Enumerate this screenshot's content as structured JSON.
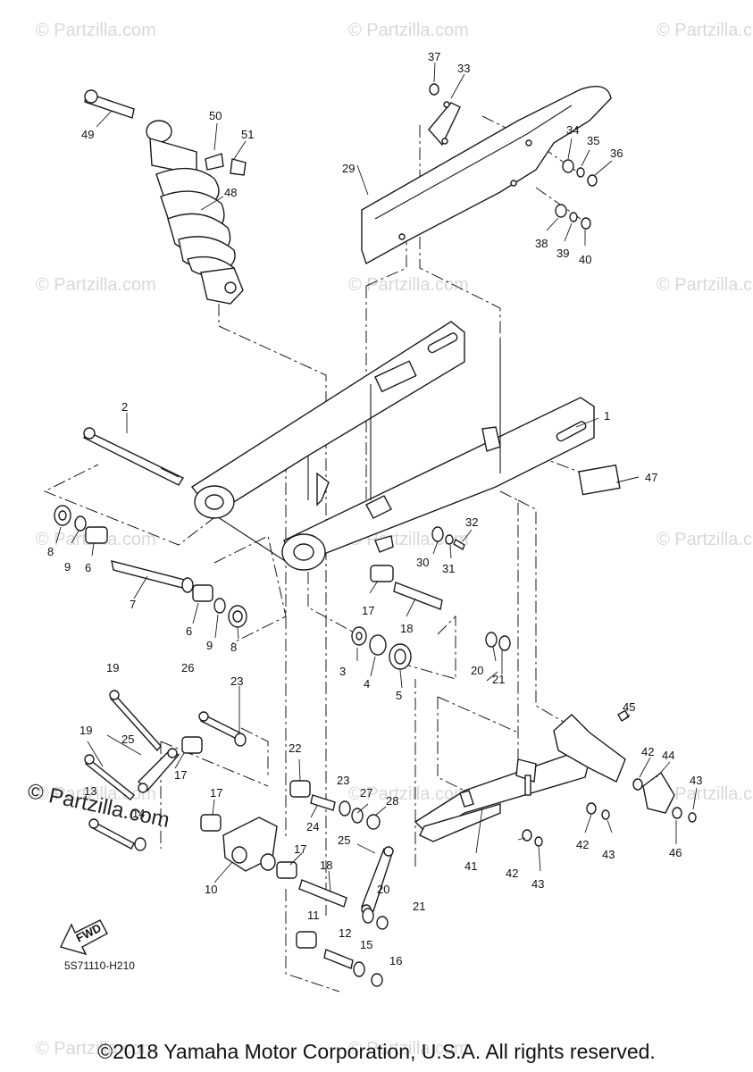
{
  "watermark_small": "© Partzilla.com",
  "watermark_large": "© Partzilla.com",
  "diagram_code": "5S71110-H210",
  "fwd_label": "FWD",
  "copyright": "©2018 Yamaha Motor Corporation, U.S.A. All rights reserved.",
  "callouts": [
    "1",
    "2",
    "3",
    "4",
    "5",
    "6",
    "6",
    "7",
    "8",
    "8",
    "9",
    "9",
    "10",
    "11",
    "12",
    "13",
    "14",
    "15",
    "16",
    "17",
    "17",
    "17",
    "17",
    "18",
    "18",
    "19",
    "19",
    "20",
    "20",
    "21",
    "21",
    "22",
    "23",
    "23",
    "24",
    "25",
    "25",
    "26",
    "27",
    "28",
    "29",
    "30",
    "31",
    "32",
    "33",
    "34",
    "35",
    "36",
    "37",
    "38",
    "39",
    "40",
    "41",
    "42",
    "42",
    "42",
    "43",
    "43",
    "43",
    "44",
    "45",
    "46",
    "47",
    "48",
    "49",
    "50",
    "51"
  ]
}
